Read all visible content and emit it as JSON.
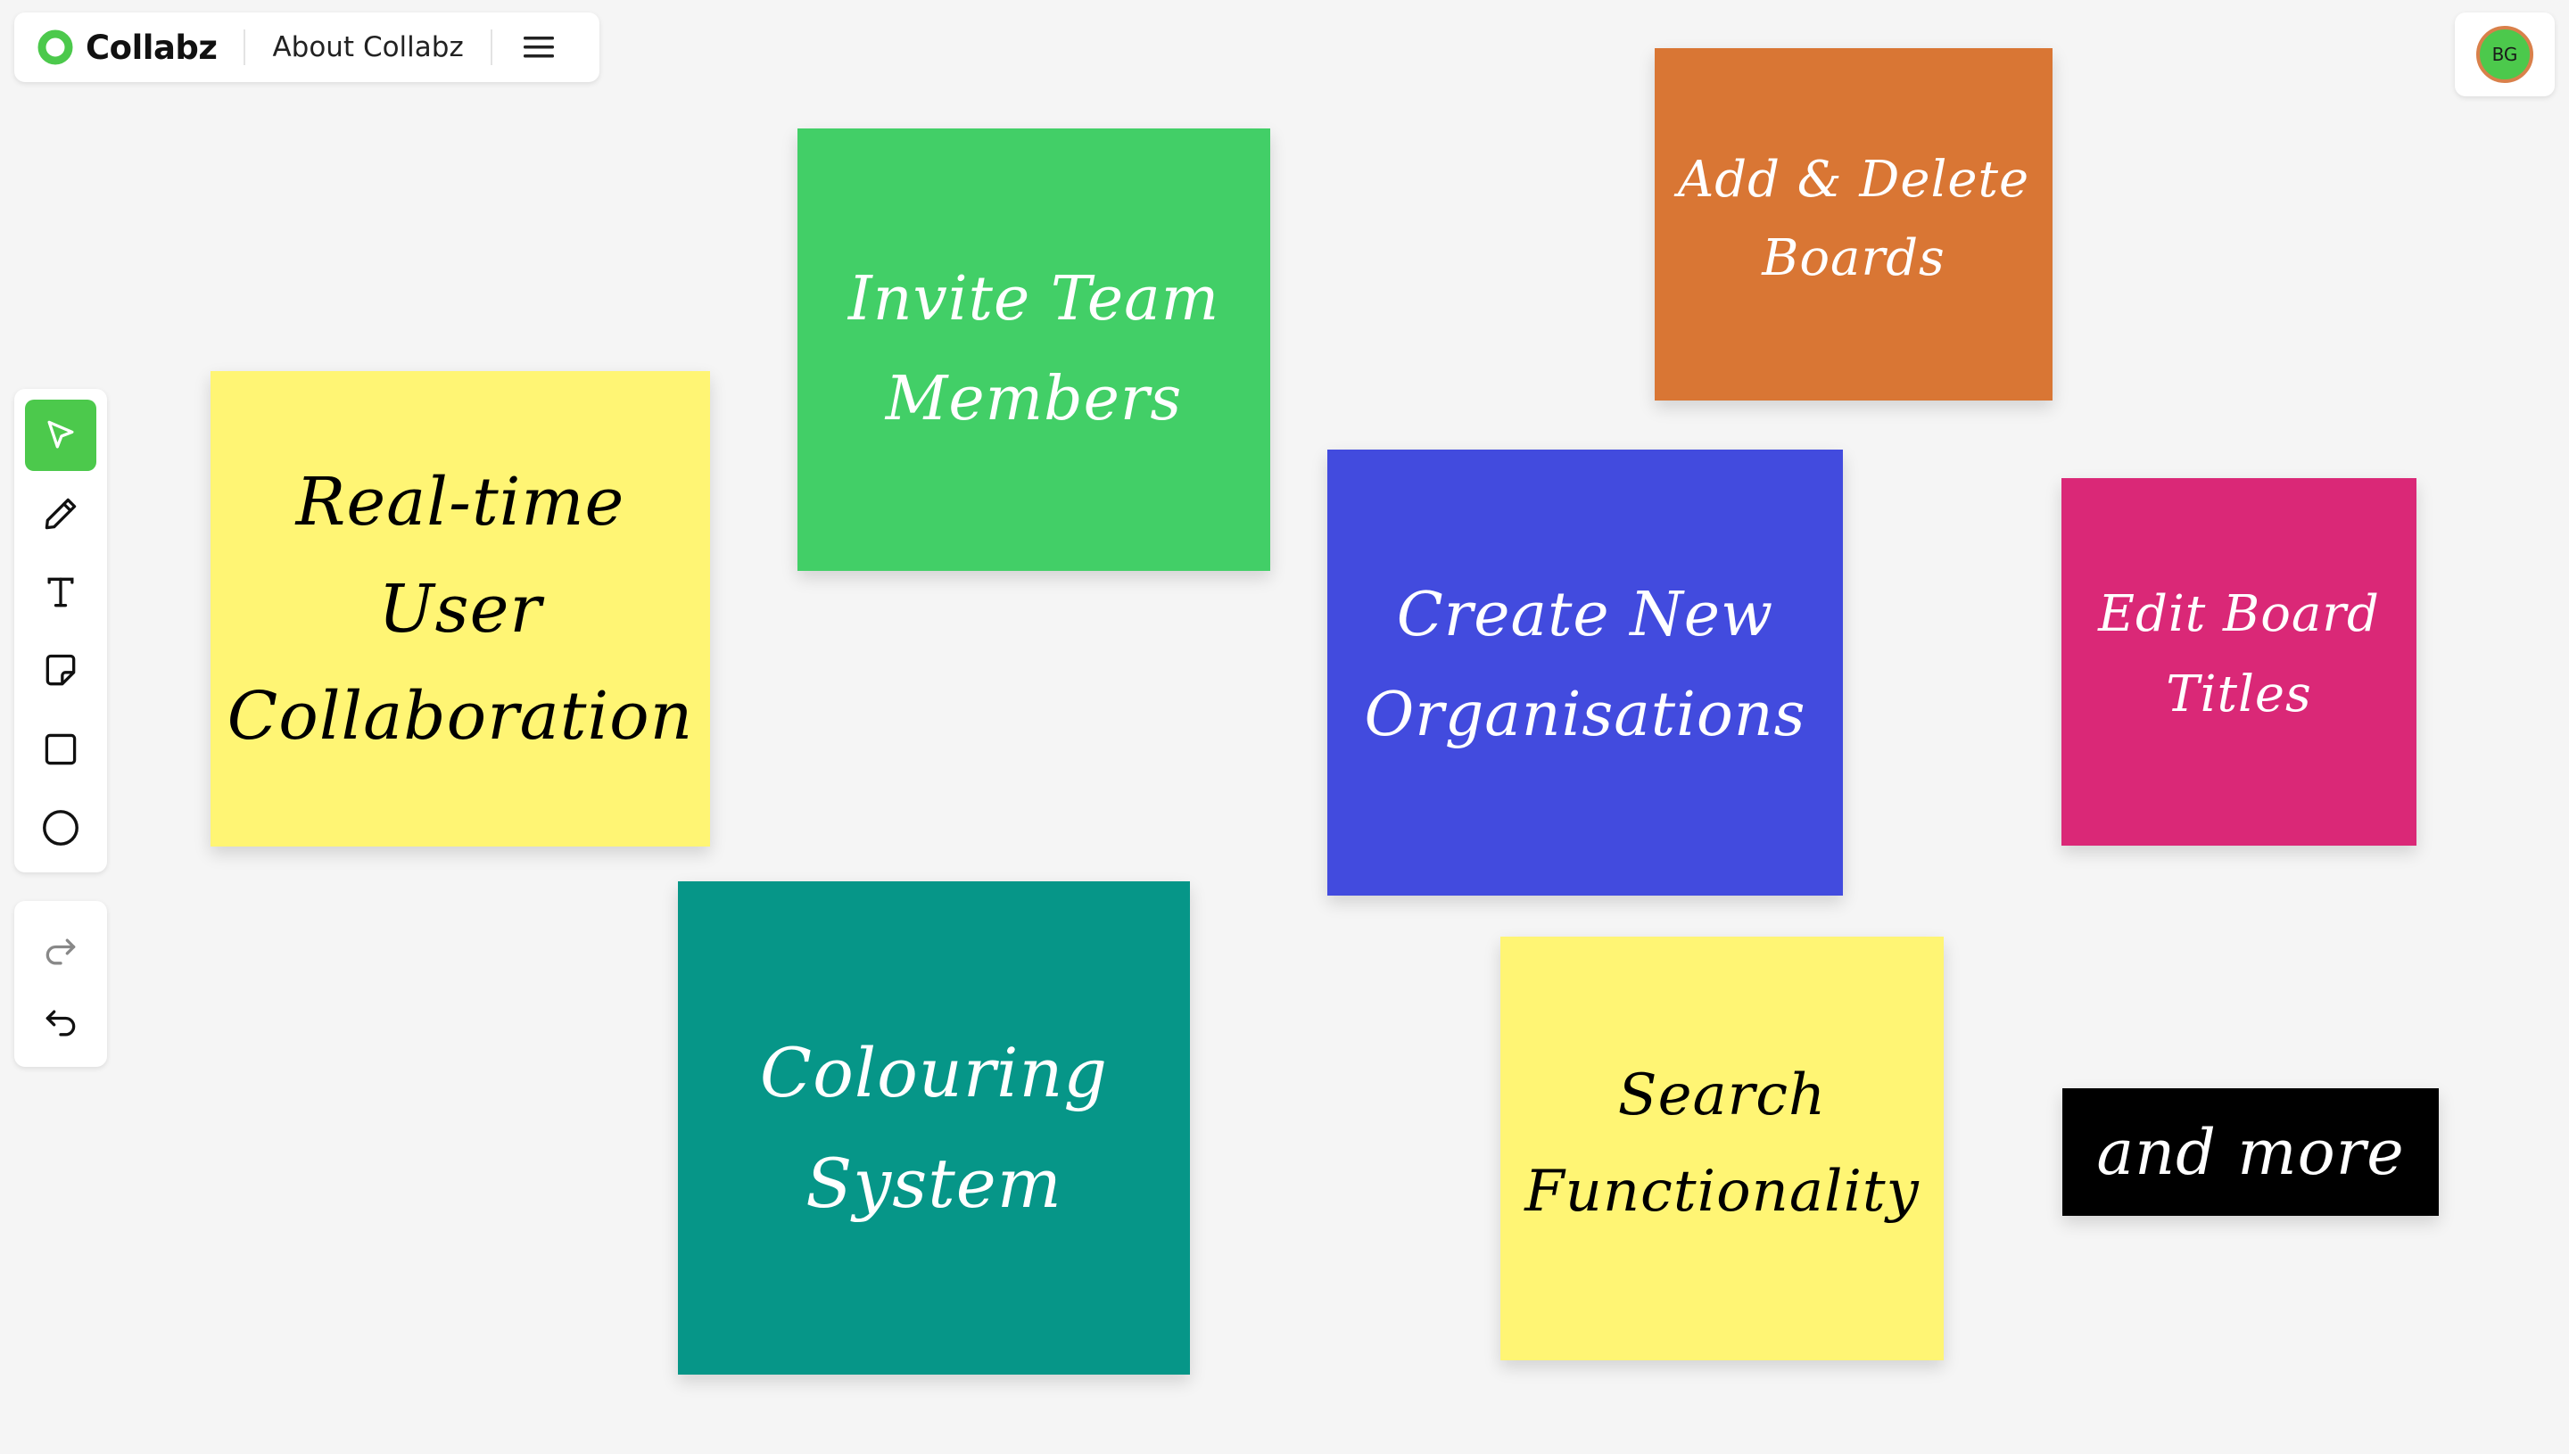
{
  "header": {
    "app_name": "Collabz",
    "about_label": "About Collabz",
    "menu_icon": "hamburger-menu-icon",
    "logo_icon": "collabz-logo-icon",
    "brand_color": "#4cc94c"
  },
  "user": {
    "initials": "BG",
    "avatar_color": "#4cc94c",
    "avatar_border": "#d9804a"
  },
  "toolbar": {
    "tools": [
      {
        "name": "select",
        "icon": "cursor-arrow-icon",
        "active": true
      },
      {
        "name": "pencil",
        "icon": "pencil-icon",
        "active": false
      },
      {
        "name": "text",
        "icon": "text-icon",
        "active": false
      },
      {
        "name": "sticky-note",
        "icon": "sticky-note-icon",
        "active": false
      },
      {
        "name": "rectangle",
        "icon": "rectangle-icon",
        "active": false
      },
      {
        "name": "ellipse",
        "icon": "ellipse-icon",
        "active": false
      }
    ],
    "history": [
      {
        "name": "redo",
        "icon": "redo-icon"
      },
      {
        "name": "undo",
        "icon": "undo-icon"
      }
    ]
  },
  "canvas": {
    "notes": [
      {
        "id": "collab",
        "text": "Real-time User\nCollaboration",
        "bg": "#fff574",
        "color": "#000000"
      },
      {
        "id": "invite",
        "text": "Invite Team\nMembers",
        "bg": "#42cf67",
        "color": "#ffffff"
      },
      {
        "id": "boards",
        "text": "Add & Delete\nBoards",
        "bg": "#d97634",
        "color": "#ffffff"
      },
      {
        "id": "orgs",
        "text": "Create New\nOrganisations",
        "bg": "#424bde",
        "color": "#ffffff"
      },
      {
        "id": "titles",
        "text": "Edit Board\nTitles",
        "bg": "#da2877",
        "color": "#ffffff"
      },
      {
        "id": "colour",
        "text": "Colouring\nSystem",
        "bg": "#069688",
        "color": "#ffffff"
      },
      {
        "id": "search",
        "text": "Search\nFunctionality",
        "bg": "#fff574",
        "color": "#000000"
      },
      {
        "id": "more",
        "text": "and more",
        "bg": "#000000",
        "color": "#ffffff"
      }
    ]
  }
}
